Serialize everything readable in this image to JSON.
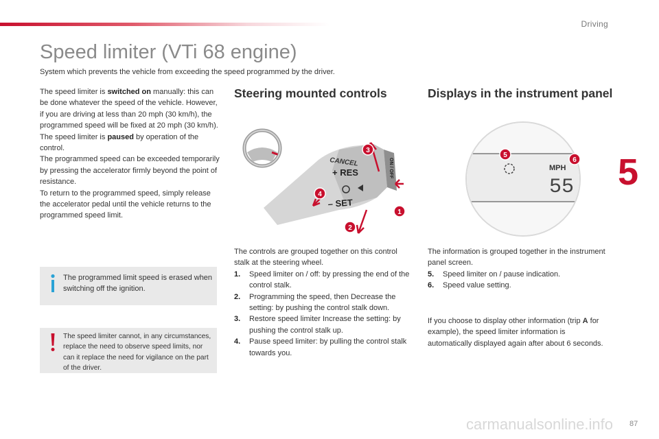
{
  "header": {
    "section": "Driving",
    "chapter": "5"
  },
  "title": "Speed limiter (VTi 68 engine)",
  "subtitle": "System which prevents the vehicle from exceeding the speed programmed by the driver.",
  "intro": {
    "p1_pre": "The speed limiter is ",
    "p1_bold": "switched on",
    "p1_post": " manually: this can be done whatever the speed of the vehicle. However, if you are driving at less than 20 mph (30 km/h), the programmed speed will be fixed at 20 mph (30 km/h).",
    "p2_pre": "The speed limiter is ",
    "p2_bold": "paused",
    "p2_post": " by operation of the control.",
    "p3": "The programmed speed can be exceeded temporarily by pressing the accelerator firmly beyond the point of resistance.",
    "p4": "To return to the programmed speed, simply release the accelerator pedal until the vehicle returns to the programmed speed limit."
  },
  "notes": {
    "info": "The programmed limit speed is erased when switching off the ignition.",
    "warning": "The speed limiter cannot, in any circumstances, replace the need to observe speed limits, nor can it replace the need for vigilance on the part of the driver."
  },
  "steering": {
    "heading": "Steering mounted controls",
    "intro": "The controls are grouped together on this control stalk at the steering wheel.",
    "items": [
      {
        "num": "1.",
        "text": "Speed limiter on / off: by pressing the end of the control stalk."
      },
      {
        "num": "2.",
        "text": "Programming the speed, then Decrease the setting: by pushing the control stalk down."
      },
      {
        "num": "3.",
        "text": "Restore speed limiter Increase the setting: by pushing the control stalk up."
      },
      {
        "num": "4.",
        "text": "Pause speed limiter: by pulling the control stalk towards you."
      }
    ],
    "illus_labels": {
      "cancel": "CANCEL",
      "res": "+ RES",
      "set": "– SET",
      "onoff": "ON / OFF",
      "c1": "1",
      "c2": "2",
      "c3": "3",
      "c4": "4"
    }
  },
  "displays": {
    "heading": "Displays in the instrument panel",
    "intro": "The information is grouped together in the instrument panel screen.",
    "items": [
      {
        "num": "5.",
        "text": "Speed limiter on / pause indication."
      },
      {
        "num": "6.",
        "text": "Speed value setting."
      }
    ],
    "extra_pre": "If you choose to display other information (trip ",
    "extra_bold": "A",
    "extra_post": " for example), the speed limiter information is automatically displayed again after about 6 seconds.",
    "illus_labels": {
      "unit": "MPH",
      "value": "55",
      "c5": "5",
      "c6": "6"
    }
  },
  "footer": {
    "page": "87",
    "watermark": "carmanualsonline.info"
  },
  "colors": {
    "accent": "#c8102e",
    "info": "#2aa3d6",
    "note_bg": "#e9e9e9"
  }
}
